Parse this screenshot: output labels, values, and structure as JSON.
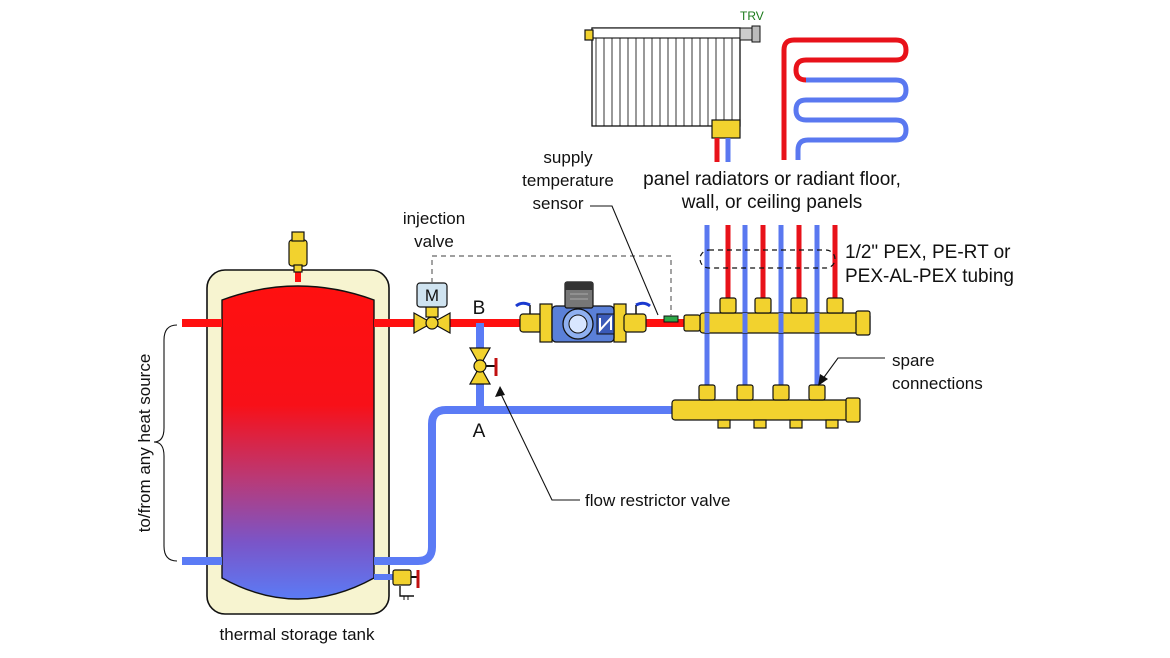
{
  "labels": {
    "trv": "TRV",
    "emitters": [
      "panel radiators or radiant floor,",
      "wall, or ceiling panels"
    ],
    "tubing": [
      "1/2\" PEX, PE-RT or",
      "PEX-AL-PEX tubing"
    ],
    "sensor": [
      "supply",
      "temperature",
      "sensor"
    ],
    "injection_valve": [
      "injection",
      "valve"
    ],
    "motor": "M",
    "point_b": "B",
    "point_a": "A",
    "spare": [
      "spare",
      "connections"
    ],
    "restrictor": "flow restrictor valve",
    "heat_source": "to/from any heat source",
    "tank": "thermal storage tank"
  },
  "colors": {
    "supply_red": "#ff1010",
    "return_blue": "#5b7bf5",
    "brass": "#f2d22e",
    "tank_shell": "#f7f4d0",
    "trv_text": "#1a7a1a"
  }
}
